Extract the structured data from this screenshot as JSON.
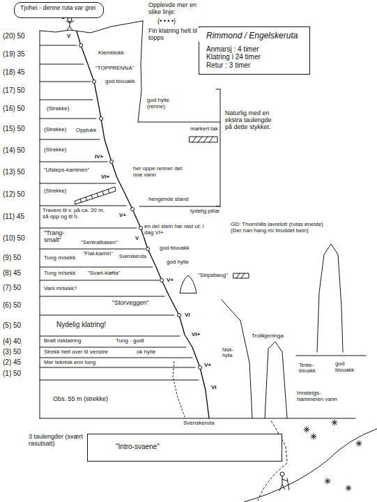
{
  "diagram": {
    "nodes": [
      {
        "text": [
          "Tjohei - denne ruta var grei"
        ]
      },
      {
        "text": [
          "Rimmond / Engelskeruta",
          "Anmarsj : 4 timer",
          "Klatring i 24 timer",
          "Retur : 3 timer"
        ]
      },
      {
        "text": [
          "\"Intro-svaene\""
        ]
      }
    ],
    "labels": [
      "Opplevde mer en slike linje:",
      "(• • • •)",
      "Fin klatring helt til topps",
      "Klemblokk",
      "\"TOPPRENNA\"",
      "god bivuakk",
      "god hylle (renne)",
      "markert tak",
      "Naturlig med en ekstra taulengde på dette stykket.",
      "her oppe renner det noe vann",
      "hengende stand",
      "tydelig pillar",
      "en del stein har rast ut: i dag VI+",
      "god bivuakk",
      "Svenskeruta",
      "god hylle",
      "\"Skipsbaug\"",
      "GD: Thornhills lavrelott (rutas eneste) (Der han hang m/ bruddet bein)",
      "\"Storveggen\"",
      "Nydelig klatring!",
      "Trollkjerringa",
      "Nisk-hylla",
      "Tenke-bivuakk",
      "god bivuakk",
      "Svenskeruta",
      "Innsteigs-hammeren vann",
      "3 taulengder (svært rasutsatt)",
      "(20) 50",
      "(19) 35",
      "(18) 45",
      "(17) 50",
      "(16) 50",
      "(15) 50",
      "(14) 50",
      "(13) 50",
      "(12) 50",
      "(11) 45",
      "(10) 50",
      "(9) 50",
      "(8) 45",
      "(7) 50",
      "(6) 50",
      "(5) 50",
      "(4) 40",
      "(3) 50",
      "(2) 45",
      "(1) 50",
      "(Strekke)",
      "(Strekke)",
      "Opplukk",
      "(Strekke)",
      "\"Utsleps-kaminen\"",
      "(Strekke)",
      "Travers til v. på ca. 20 m, så opp og til h.",
      "\"Trang-smalt\"",
      "\"Sentralbasen\"",
      "Tung m/sekk",
      "\"Flat-kamin\"",
      "Tung m/sekk",
      "\"Svart-kløfta\"",
      "Vanl m/sekk?",
      "Bratt risklatring",
      "Tung - godt",
      "Strekk helt over til venstre",
      "ok hylle",
      "Mer teknisk enn tung",
      "Obs. 55 m (strekke)",
      "V",
      "IV+",
      "VI+",
      "V+",
      "V",
      "V+",
      "VI",
      "VI+",
      "V+",
      "VI"
    ]
  }
}
